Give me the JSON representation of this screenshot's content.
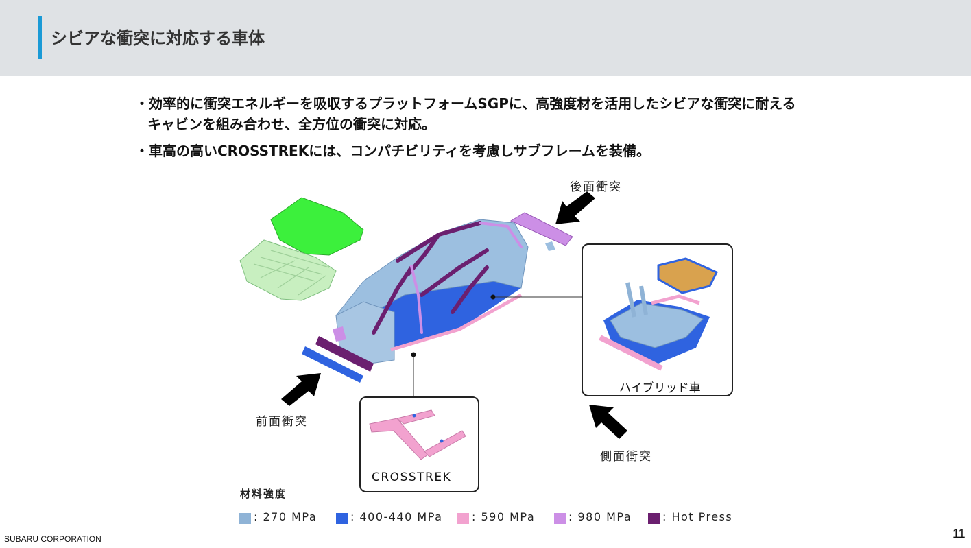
{
  "header": {
    "title": "シビアな衝突に対応する車体",
    "accent_color": "#1a9ad6"
  },
  "bullets": [
    {
      "line1": "・効率的に衝突エネルギーを吸収するプラットフォームSGPに、高強度材を活用したシビアな衝突に耐える",
      "line2": "キャビンを組み合わせ、全方位の衝突に対応。"
    },
    {
      "line1": "・車高の高いCROSSTREKには、コンパチビリティを考慮しサブフレームを装備。"
    }
  ],
  "diagram": {
    "rear_impact": "後面衝突",
    "front_impact": "前面衝突",
    "side_impact": "側面衝突",
    "hybrid_label": "ハイブリッド車",
    "crosstrek_label": "CROSSTREK",
    "icons": [
      "impact-arrow-icon"
    ]
  },
  "legend": {
    "title": "材料強度",
    "items": [
      {
        "label": ": 270 MPa",
        "color": "#8fb3d6"
      },
      {
        "label": ": 400-440 MPa",
        "color": "#2f63e0"
      },
      {
        "label": ": 590 MPa",
        "color": "#f2a2cf"
      },
      {
        "label": ": 980 MPa",
        "color": "#cc8fe6"
      },
      {
        "label": ": Hot Press",
        "color": "#6b1f6f"
      }
    ]
  },
  "footer": {
    "company": "SUBARU CORPORATION",
    "page_number": "11"
  }
}
